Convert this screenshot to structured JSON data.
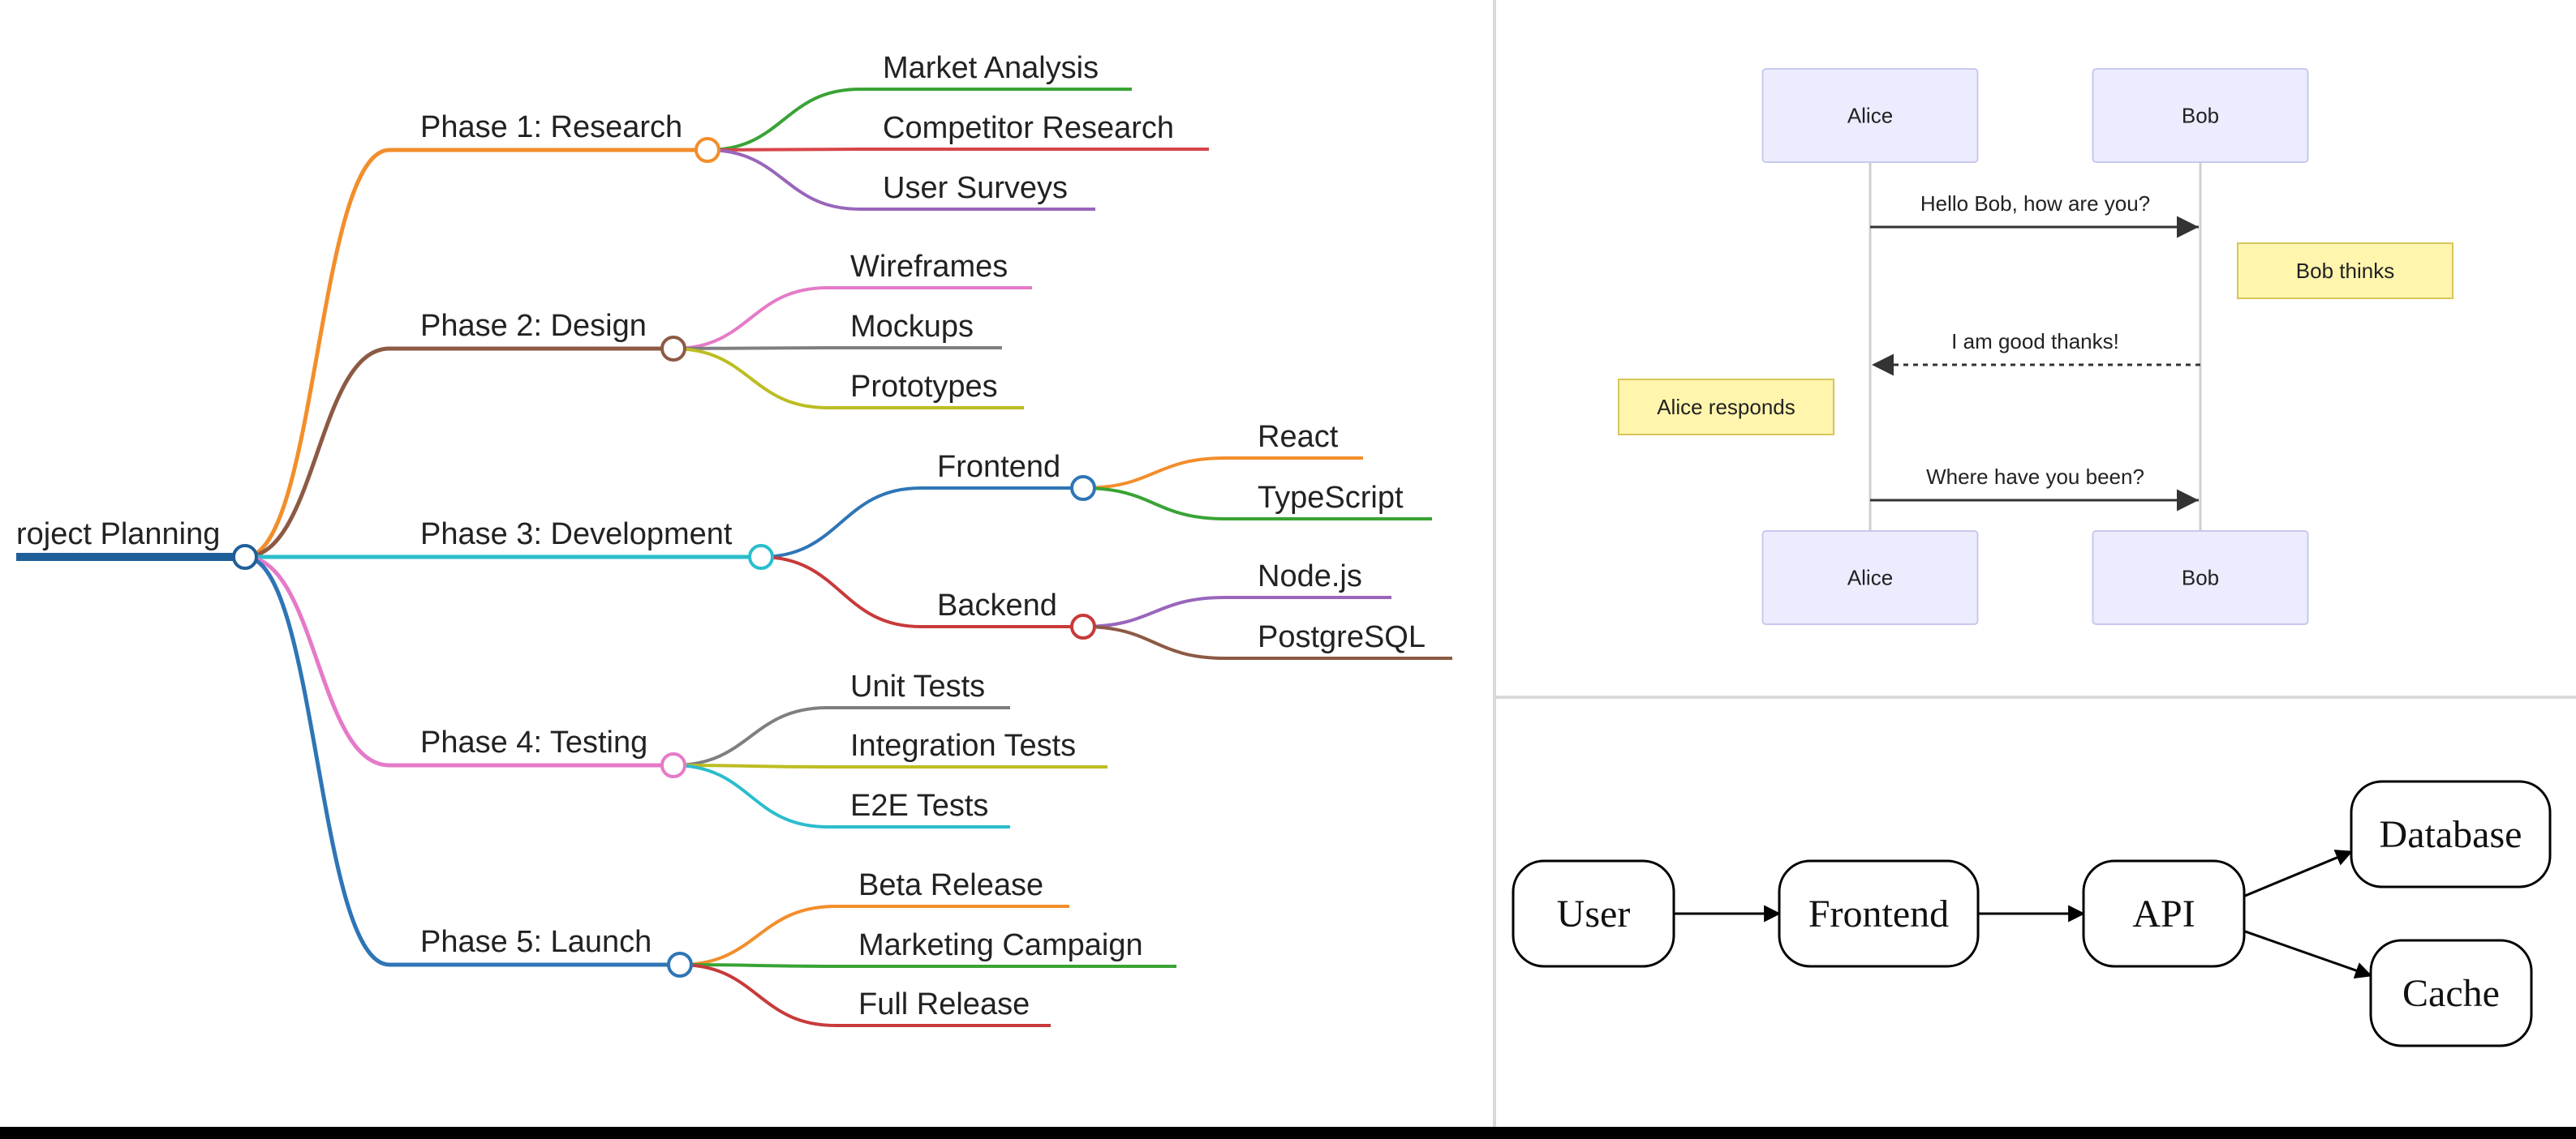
{
  "mindmap": {
    "root": {
      "label": "roject Planning",
      "color": "#1f5f99",
      "children": [
        {
          "label": "Phase 1: Research",
          "color": "#f28e2b",
          "children": [
            {
              "label": "Market Analysis",
              "color": "#3aa335",
              "children": []
            },
            {
              "label": "Competitor Research",
              "color": "#d6454a",
              "children": []
            },
            {
              "label": "User Surveys",
              "color": "#9966bb",
              "children": []
            }
          ]
        },
        {
          "label": "Phase 2: Design",
          "color": "#8c5a44",
          "children": [
            {
              "label": "Wireframes",
              "color": "#e57ac8",
              "children": []
            },
            {
              "label": "Mockups",
              "color": "#7f7f7f",
              "children": []
            },
            {
              "label": "Prototypes",
              "color": "#bcbd22",
              "children": []
            }
          ]
        },
        {
          "label": "Phase 3: Development",
          "color": "#2bbdcc",
          "children": [
            {
              "label": "Frontend",
              "color": "#2e75b6",
              "children": [
                {
                  "label": "React",
                  "color": "#f28e2b",
                  "children": []
                },
                {
                  "label": "TypeScript",
                  "color": "#3aa335",
                  "children": []
                }
              ]
            },
            {
              "label": "Backend",
              "color": "#c83a3a",
              "children": [
                {
                  "label": "Node.js",
                  "color": "#9966bb",
                  "children": []
                },
                {
                  "label": "PostgreSQL",
                  "color": "#8c5a44",
                  "children": []
                }
              ]
            }
          ]
        },
        {
          "label": "Phase 4: Testing",
          "color": "#e57ac8",
          "children": [
            {
              "label": "Unit Tests",
              "color": "#7f7f7f",
              "children": []
            },
            {
              "label": "Integration Tests",
              "color": "#bcbd22",
              "children": []
            },
            {
              "label": "E2E Tests",
              "color": "#2bbdcc",
              "children": []
            }
          ]
        },
        {
          "label": "Phase 5: Launch",
          "color": "#2e75b6",
          "children": [
            {
              "label": "Beta Release",
              "color": "#f28e2b",
              "children": []
            },
            {
              "label": "Marketing Campaign",
              "color": "#3aa335",
              "children": []
            },
            {
              "label": "Full Release",
              "color": "#c83a3a",
              "children": []
            }
          ]
        }
      ]
    }
  },
  "sequence": {
    "actor_fill": "#ececff",
    "actor_stroke": "#c8c8ee",
    "note_fill": "#fff5ad",
    "note_stroke": "#d6c75a",
    "participants": [
      "Alice",
      "Bob"
    ],
    "messages": [
      {
        "from": "Alice",
        "to": "Bob",
        "text": "Hello Bob, how are you?",
        "style": "solid"
      },
      {
        "from": "Bob",
        "to": "Alice",
        "text": "I am good thanks!",
        "style": "dashed"
      },
      {
        "from": "Alice",
        "to": "Bob",
        "text": "Where have you been?",
        "style": "solid"
      }
    ],
    "notes": [
      {
        "text": "Bob thinks",
        "side": "right of Bob"
      },
      {
        "text": "Alice responds",
        "side": "left of Alice"
      }
    ]
  },
  "flowchart": {
    "nodes": [
      "User",
      "Frontend",
      "API",
      "Database",
      "Cache"
    ],
    "edges": [
      {
        "from": "User",
        "to": "Frontend"
      },
      {
        "from": "Frontend",
        "to": "API"
      },
      {
        "from": "API",
        "to": "Database"
      },
      {
        "from": "API",
        "to": "Cache"
      }
    ]
  }
}
